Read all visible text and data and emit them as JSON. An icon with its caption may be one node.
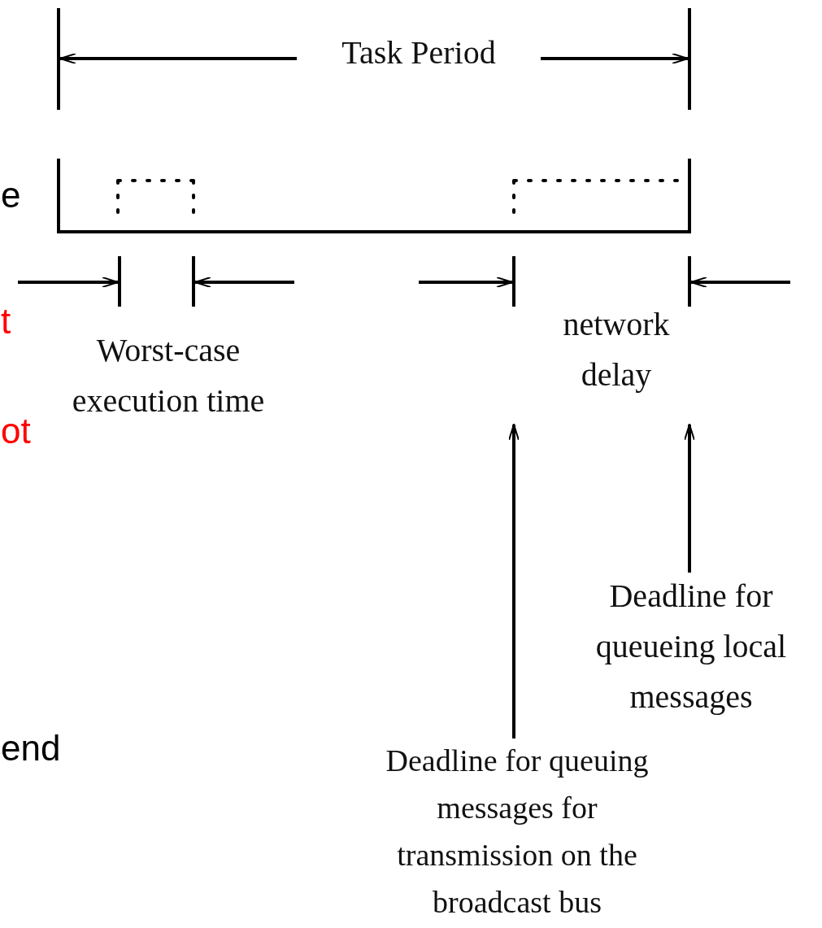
{
  "diagram": {
    "nodes": [
      {
        "text": [
          "Deadline for queueing local messages"
        ]
      },
      {
        "text": [
          "Deadline for queuing messages for transmission on the broadcast bus"
        ]
      }
    ],
    "edges": [
      {
        "from": 0,
        "to": null,
        "arrow": "to"
      },
      {
        "from": 1,
        "to": null,
        "arrow": "to"
      }
    ],
    "labels": [
      "Task Period",
      "e",
      "t",
      "Worst-case execution time",
      "network delay",
      "ot",
      "end"
    ]
  }
}
